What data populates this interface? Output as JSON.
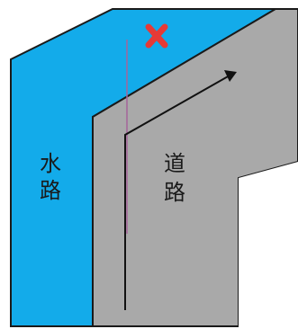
{
  "labels": {
    "waterway": [
      "水",
      "路"
    ],
    "road": [
      "道",
      "路"
    ]
  },
  "colors": {
    "waterway_fill": "#13ABEA",
    "road_fill": "#A9A9A9",
    "edge": "#1a1a1a",
    "path_arrow": "#111111",
    "approach_line": "#A5669B",
    "cross_mark": "#E63A36"
  },
  "icons": {
    "cross": "x-mark-icon"
  }
}
